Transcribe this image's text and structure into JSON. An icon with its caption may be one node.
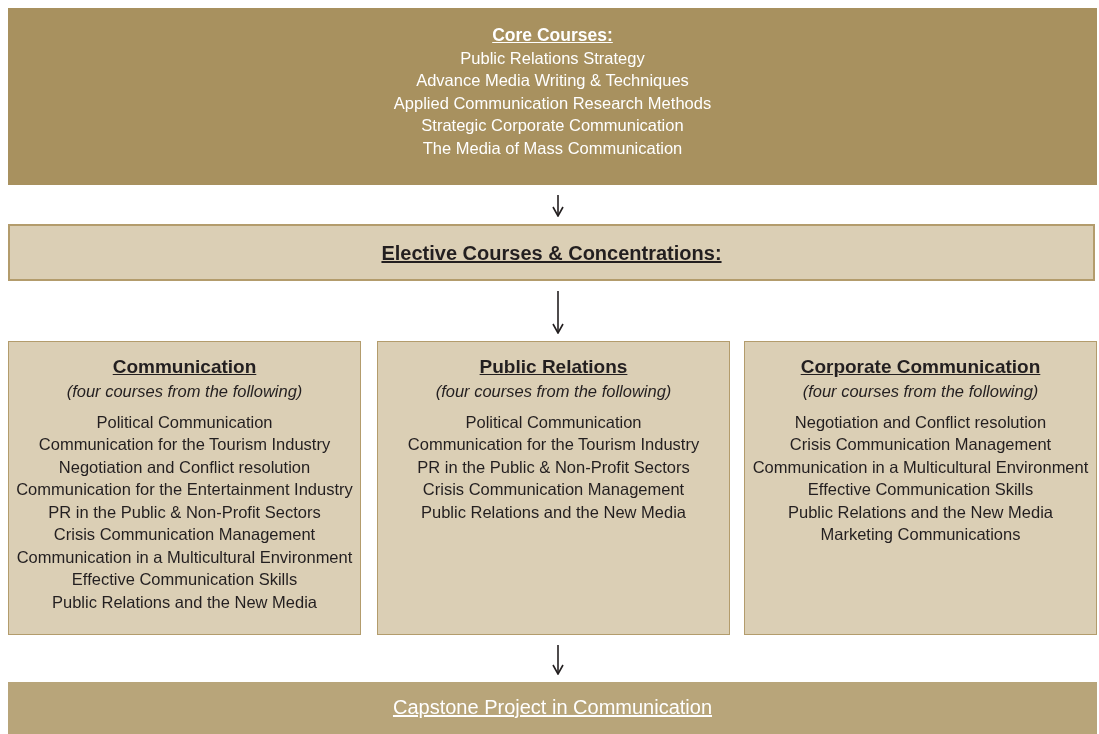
{
  "diagram": {
    "nodes": [
      {
        "text": [
          "Core Courses:",
          "Public Relations Strategy",
          "Advance Media Writing & Techniques",
          "Applied Communication Research Methods",
          "Strategic Corporate Communication",
          "The Media of Mass Communication"
        ]
      },
      {
        "text": [
          "Elective Courses & Concentrations:"
        ]
      },
      {
        "text": [
          "Communication",
          "(four courses from the following)",
          "Political Communication",
          "Communication for the Tourism Industry",
          "Negotiation and Conflict resolution",
          "Communication for the Entertainment Industry",
          "PR in the Public & Non-Profit Sectors",
          "Crisis Communication Management",
          "Communication in a Multicultural Environment",
          "Effective Communication Skills",
          "Public Relations and the New Media"
        ]
      },
      {
        "text": [
          "Public Relations",
          "(four courses from the following)",
          "Political Communication",
          "Communication for the Tourism Industry",
          "PR in the Public & Non-Profit Sectors",
          "Crisis Communication Management",
          "Public Relations and the New Media"
        ]
      },
      {
        "text": [
          "Corporate Communication",
          "(four courses from the following)",
          "Negotiation and Conflict resolution",
          "Crisis Communication Management",
          "Communication in a Multicultural Environment",
          "Effective Communication Skills",
          "Public Relations and the New Media",
          "Marketing Communications"
        ]
      },
      {
        "text": [
          "Capstone Project in Communication"
        ]
      }
    ],
    "edges": [
      {
        "from": 0,
        "to": 1,
        "arrow": "to"
      },
      {
        "from": 1,
        "to": 3,
        "arrow": "to"
      },
      {
        "from": 3,
        "to": 5,
        "arrow": "to"
      }
    ]
  }
}
